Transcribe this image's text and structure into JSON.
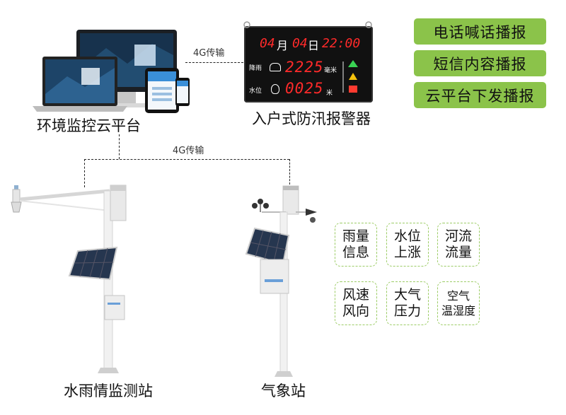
{
  "platform": {
    "caption": "环境监控云平台"
  },
  "alarm": {
    "caption": "入户式防汛报警器",
    "date_time": {
      "month": "04",
      "month_unit": "月",
      "day": "04",
      "day_unit": "日",
      "time": "22:00"
    },
    "rain_label": "降雨",
    "rain_value": "2225",
    "rain_unit": "毫米",
    "level_label": "水位",
    "level_value": "0025",
    "level_unit": "米"
  },
  "links": {
    "top": "4G传输",
    "middle": "4G传输"
  },
  "broadcast_buttons": [
    "电话喊话播报",
    "短信内容播报",
    "云平台下发播报"
  ],
  "stations": {
    "hydro": "水雨情监测站",
    "weather": "气象站"
  },
  "info_items": [
    {
      "line1": "雨量",
      "line2": "信息"
    },
    {
      "line1": "水位",
      "line2": "上涨"
    },
    {
      "line1": "河流",
      "line2": "流量"
    },
    {
      "line1": "风速",
      "line2": "风向"
    },
    {
      "line1": "大气",
      "line2": "压力"
    },
    {
      "line1": "空气",
      "line2": "温湿度"
    }
  ],
  "colors": {
    "accent_green": "#8bc34a",
    "dashed_border": "#9ccc65",
    "led_red": "#ff2a2a"
  }
}
